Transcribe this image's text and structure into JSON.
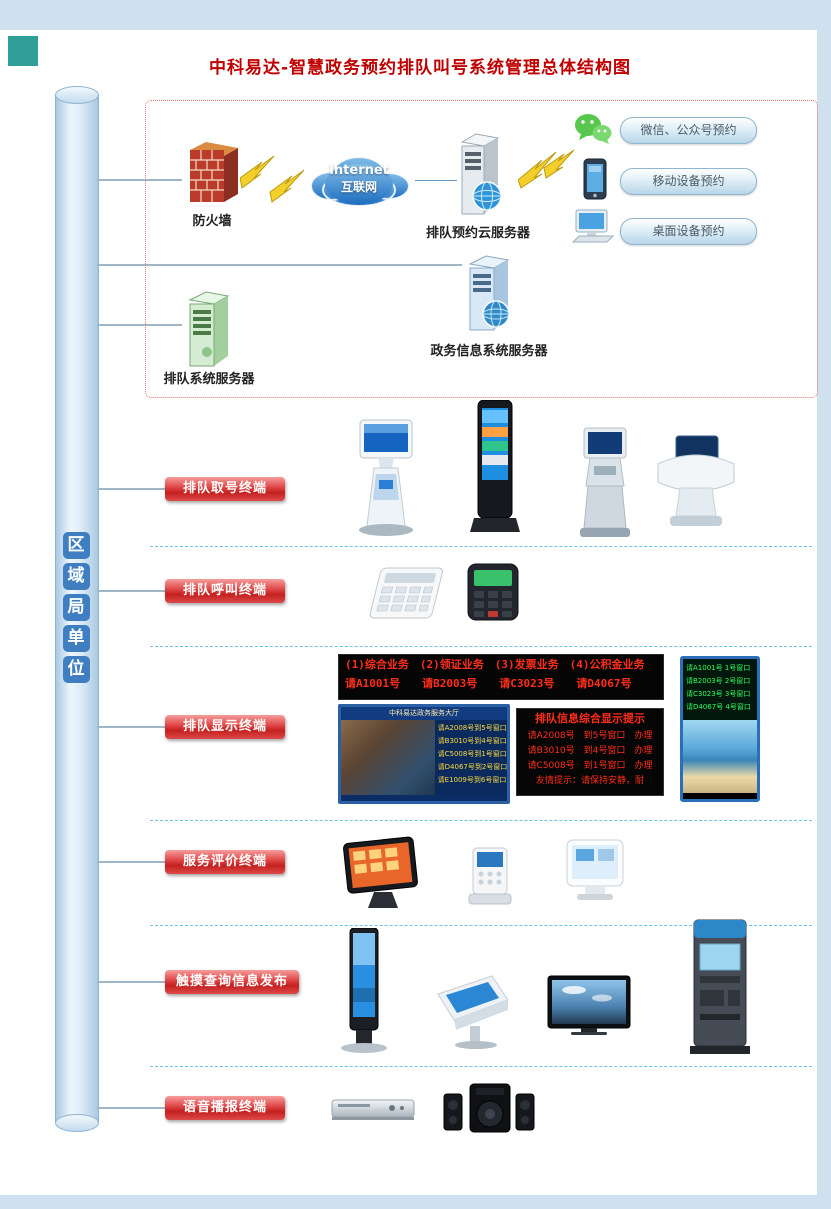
{
  "page": {
    "title": "中科易达-智慧政务预约排队叫号系统管理总体结构图"
  },
  "pipe": {
    "chars": [
      "区",
      "域",
      "局",
      "单",
      "位"
    ]
  },
  "network": {
    "firewall_label": "防火墙",
    "internet_en": "Internet",
    "internet_zh": "互联网",
    "cloud_server_label": "排队预约云服务器",
    "queue_server_label": "排队系统服务器",
    "gov_server_label": "政务信息系统服务器",
    "channels": [
      {
        "icon": "wechat-icon",
        "label": "微信、公众号预约"
      },
      {
        "icon": "smartphone-icon",
        "label": "移动设备预约"
      },
      {
        "icon": "desktop-icon",
        "label": "桌面设备预约"
      }
    ]
  },
  "rows": [
    {
      "label": "排队取号终端"
    },
    {
      "label": "排队呼叫终端"
    },
    {
      "label": "排队显示终端"
    },
    {
      "label": "服务评价终端"
    },
    {
      "label": "触摸查询信息发布"
    },
    {
      "label": "语音播报终端"
    }
  ],
  "displays": {
    "led_board": {
      "line1": "(1)综合业务　(2)领证业务　(3)发票业务　(4)公积金业务",
      "line2": "请A1001号　　请B2003号　　请C3023号　　请D4067号"
    },
    "hall_screen": {
      "header": "中科易达政务服务大厅",
      "lines": [
        "请A2008号到5号窗口",
        "请B3010号到4号窗口",
        "请C5008号到1号窗口",
        "请D4067号到2号窗口",
        "请E1009号到6号窗口"
      ]
    },
    "info_screen": {
      "title": "排队信息综合显示提示",
      "lines": [
        "请A2008号　到5号窗口　办理",
        "请B3010号　到4号窗口　办理",
        "请C5008号　到1号窗口　办理",
        "友情提示：请保持安静，耐"
      ]
    },
    "vertical_screen": {
      "lines": [
        "请A1001号 1号窗口",
        "请B2003号 2号窗口",
        "请C3023号 3号窗口",
        "请D4067号 4号窗口"
      ]
    }
  },
  "colors": {
    "title_red": "#c00000",
    "label_red": "#c51f1f",
    "frame_blue": "#cfe0ee",
    "teal_square": "#2e9e97",
    "led_red": "#ff2d1a",
    "led_green": "#2aff5a"
  }
}
